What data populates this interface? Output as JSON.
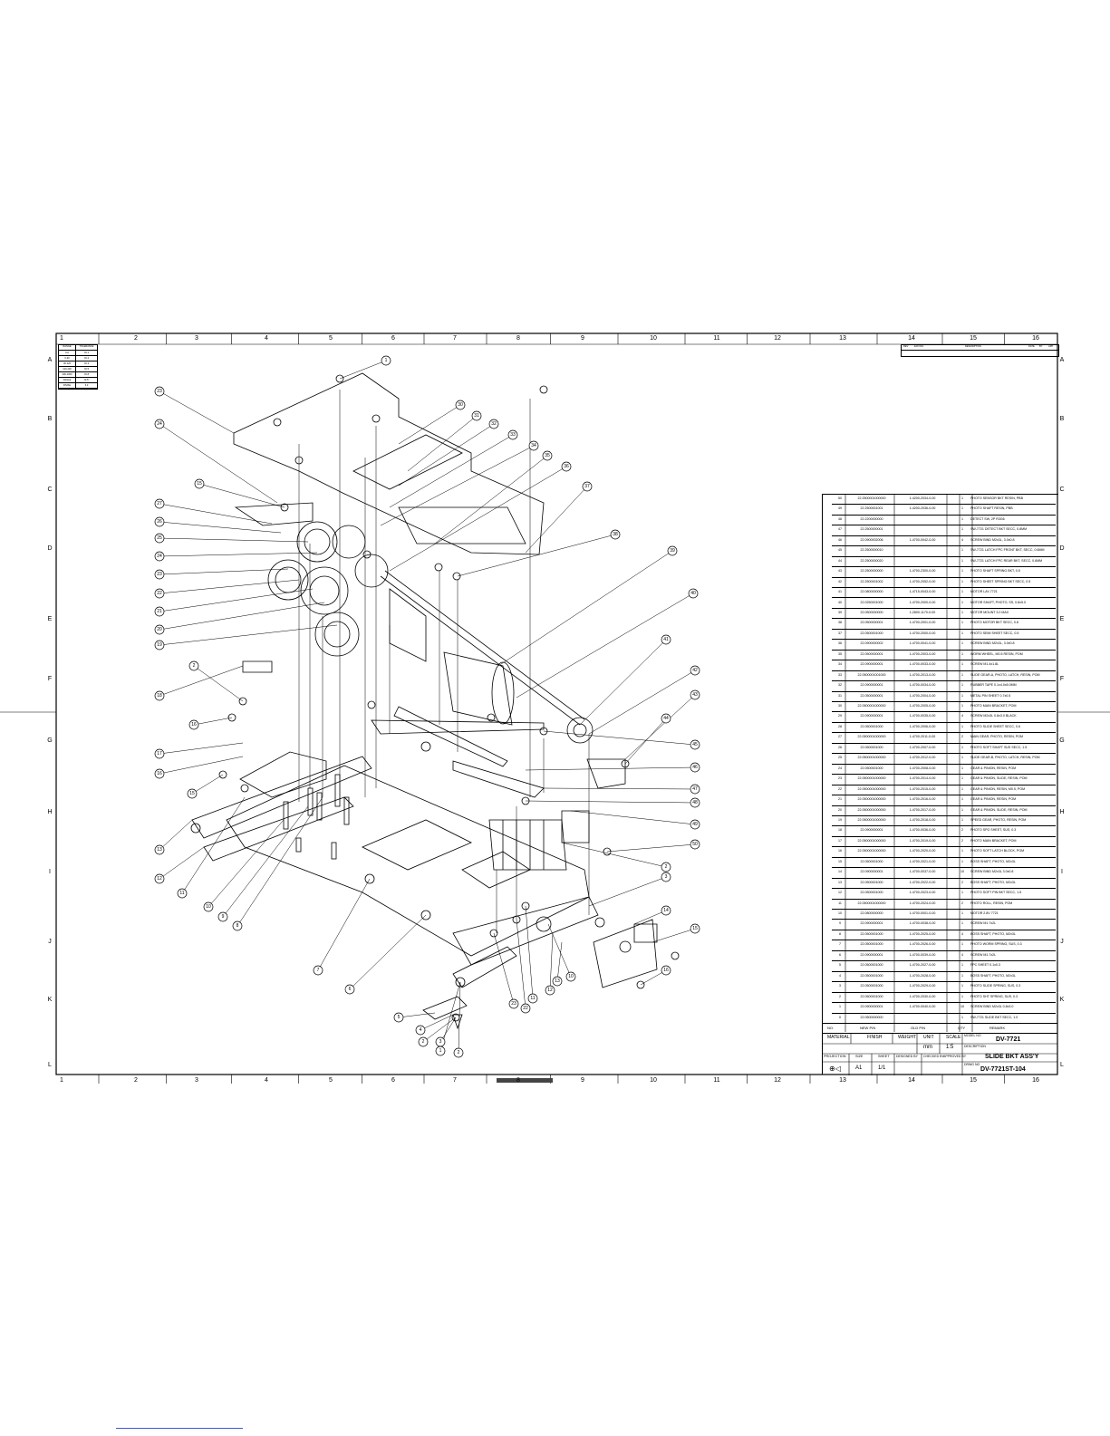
{
  "frame": {
    "zones_top": [
      "1",
      "2",
      "3",
      "4",
      "5",
      "6",
      "7",
      "8",
      "9",
      "10",
      "11",
      "12",
      "13",
      "14",
      "15",
      "16"
    ],
    "zones_side": [
      "A",
      "B",
      "C",
      "D",
      "E",
      "F",
      "G",
      "H",
      "I",
      "J",
      "K",
      "L"
    ]
  },
  "revision_table": {
    "headers": [
      "REV",
      "ECN NO.",
      "DESCRIPTION",
      "DATE",
      "BY",
      "APP"
    ]
  },
  "tolerance_table": {
    "headers": [
      "RANGE",
      "TOLERANCE"
    ],
    "rows": [
      [
        "0-6",
        "±0.1"
      ],
      [
        "6-30",
        "±0.2"
      ],
      [
        "30-120",
        "±0.3"
      ],
      [
        "120-400",
        "±0.5"
      ],
      [
        "400-1000",
        "±0.8"
      ],
      [
        "ANGLE",
        "±0.5°"
      ],
      [
        "FINISH",
        "6.3"
      ]
    ]
  },
  "bom": {
    "header": {
      "no": "NO.",
      "new_pn": "NEW P/N",
      "old_pn": "OLD P/N",
      "qty": "QTY",
      "remark": "REMARK"
    },
    "rows": [
      {
        "no": "50",
        "new": "22.2500001000000",
        "old": "1-4200-2034-0-00",
        "qty": "1",
        "desc": "PHOTO SENSOR BKT RESIN, PBB"
      },
      {
        "no": "49",
        "new": "22.2500001001",
        "old": "1-4200-2036-0-00",
        "qty": "1",
        "desc": "PHOTO SHAFT RESIN, PBB"
      },
      {
        "no": "48",
        "new": "22.2200000000",
        "old": "",
        "qty": "1",
        "desc": "DETECT SW, 2P R3G6"
      },
      {
        "no": "47",
        "new": "22.2500000001",
        "old": "",
        "qty": "1",
        "desc": "SW-7721 DETECT BKT SECC, 0.8MM"
      },
      {
        "no": "46",
        "new": "22.0900002006",
        "old": "1-4700-0042-0-00",
        "qty": "4",
        "desc": "SCREW BIND M2x3L, 3.0x0.8"
      },
      {
        "no": "45",
        "new": "22.2500000010",
        "old": "",
        "qty": "1",
        "desc": "SW-7721 LATCH FPC FRONT BKT, SECC, 0.6MM"
      },
      {
        "no": "44",
        "new": "22.2500000020",
        "old": "",
        "qty": "1",
        "desc": "SW-7721 LATCH FPC REAR BKT, SECC, 0.6MM"
      },
      {
        "no": "43",
        "new": "22.2500000000",
        "old": "1-4700-2300-0-00",
        "qty": "1",
        "desc": "PHOTO SHAFT SPRING BKT, 0.5"
      },
      {
        "no": "42",
        "new": "22.2500001002",
        "old": "1-4700-2052-0-00",
        "qty": "1",
        "desc": "PHOTO SHEET SPRING BKT SECC, 0.5"
      },
      {
        "no": "41",
        "new": "22.0800000000",
        "old": "1-4715-0043-0-00",
        "qty": "1",
        "desc": "MOTOR LAY-7721"
      },
      {
        "no": "40",
        "new": "22.0250001000",
        "old": "1-4700-2000-0-00",
        "qty": "1",
        "desc": "MOTOR SHAFT, PHOTO, SS, 0.8x5.0"
      },
      {
        "no": "39",
        "new": "22.0500000000",
        "old": "1-2800-1170-0-00",
        "qty": "1",
        "desc": "MOTOR MOUNT 3.0 MAX"
      },
      {
        "no": "38",
        "new": "22.0500000001",
        "old": "1-4700-2001-0-00",
        "qty": "1",
        "desc": "PHOTO MOTOR BKT SECC, 0.8"
      },
      {
        "no": "37",
        "new": "22.0500001000",
        "old": "1-4700-2000-0-00",
        "qty": "1",
        "desc": "PHOTO SEMI SHEET SECC, 0.5"
      },
      {
        "no": "36",
        "new": "22.0900000002",
        "old": "1-4700-0041-0-00",
        "qty": "1",
        "desc": "SCREW BIND M2x3L, 3.0x0.8"
      },
      {
        "no": "35",
        "new": "22.0500000001",
        "old": "1-4700-2003-0-00",
        "qty": "1",
        "desc": "WORM WHEEL, M0.5 RESIN, POM"
      },
      {
        "no": "34",
        "new": "22.0900000001",
        "old": "1-4700-0033-0-00",
        "qty": "1",
        "desc": "SCREW M1.4x1.8L"
      },
      {
        "no": "33",
        "new": "22.0500001001000",
        "old": "1-4700-2013-0-00",
        "qty": "1",
        "desc": "SLIDE GEAR-A, PHOTO, LATCH, RESIN, POM"
      },
      {
        "no": "32",
        "new": "22.0900000001",
        "old": "1-4700-0034-0-00",
        "qty": "1",
        "desc": "RUBBER TAPE 0.1x4.0x5.0MM"
      },
      {
        "no": "31",
        "new": "22.0500000001",
        "old": "1-4700-2004-0-00",
        "qty": "1",
        "desc": "METAL PIN SHEET 0.7x0.5"
      },
      {
        "no": "30",
        "new": "22.0500001000000",
        "old": "1-4700-2005-0-00",
        "qty": "1",
        "desc": "PHOTO MAIN BRACKET, POM"
      },
      {
        "no": "29",
        "new": "22.0900000001",
        "old": "1-4700-0035-0-00",
        "qty": "4",
        "desc": "SCREW M2x3L 0.8x3.0 BLACK"
      },
      {
        "no": "28",
        "new": "22.0500001000",
        "old": "1-4700-2006-0-00",
        "qty": "1",
        "desc": "PHOTO SLIDE SHEET SECC, 0.6"
      },
      {
        "no": "27",
        "new": "22.0500001000000",
        "old": "1-4700-2011-0-00",
        "qty": "2",
        "desc": "MAIN GEAR, PHOTO, RESIN, POM"
      },
      {
        "no": "26",
        "new": "22.0500001000",
        "old": "1-4700-2007-0-00",
        "qty": "1",
        "desc": "PHOTO SOFT SHAFT SUS SECC, 1.5"
      },
      {
        "no": "25",
        "new": "22.0500001000000",
        "old": "1-4700-2012-0-00",
        "qty": "1",
        "desc": "SLIDE GEAR-B, PHOTO, LATCH, RESIN, POM"
      },
      {
        "no": "24",
        "new": "22.0500001000",
        "old": "1-4700-2008-0-00",
        "qty": "1",
        "desc": "GEAR & PINION, RESIN, POM"
      },
      {
        "no": "23",
        "new": "22.0500001000000",
        "old": "1-4700-2014-0-00",
        "qty": "1",
        "desc": "GEAR & PINION, SLIDE, RESIN, POM"
      },
      {
        "no": "22",
        "new": "22.0500001000000",
        "old": "1-4700-2015-0-00",
        "qty": "1",
        "desc": "GEAR & PINION, RESIN, M0.5, POM"
      },
      {
        "no": "21",
        "new": "22.0500001000000",
        "old": "1-4700-2016-0-00",
        "qty": "1",
        "desc": "GEAR & PINION, RESIN, POM"
      },
      {
        "no": "20",
        "new": "22.0500001000000",
        "old": "1-4700-2017-0-00",
        "qty": "1",
        "desc": "GEAR & PINION, SLIDE, RESIN, POM"
      },
      {
        "no": "19",
        "new": "22.0500001000000",
        "old": "1-4700-2018-0-00",
        "qty": "1",
        "desc": "SPEED GEAR, PHOTO, RESIN, POM"
      },
      {
        "no": "18",
        "new": "22.0900000001",
        "old": "1-4700-0036-0-00",
        "qty": "2",
        "desc": "PHOTO SPG SHEET, SUS, 0.3"
      },
      {
        "no": "17",
        "new": "22.0500001000000",
        "old": "1-4700-2019-0-00",
        "qty": "2",
        "desc": "PHOTO MAIN BRACKET, POM"
      },
      {
        "no": "16",
        "new": "22.0500001000000",
        "old": "1-4700-2020-0-00",
        "qty": "1",
        "desc": "PHOTO SOFT LATCH BLOCK, POM"
      },
      {
        "no": "15",
        "new": "22.0500001000",
        "old": "1-4700-2021-0-00",
        "qty": "1",
        "desc": "BOSS SHAFT, PHOTO, M2x3L"
      },
      {
        "no": "14",
        "new": "22.0900000001",
        "old": "1-4700-0037-0-00",
        "qty": "10",
        "desc": "SCREW BIND M2x3L 3.0x0.8"
      },
      {
        "no": "13",
        "new": "22.0500001000",
        "old": "1-4700-2022-0-00",
        "qty": "2",
        "desc": "BOSS SHAFT, PHOTO, M2x3L"
      },
      {
        "no": "12",
        "new": "22.0500001000",
        "old": "1-4700-2023-0-00",
        "qty": "1",
        "desc": "PHOTO SOFT PIN BKT SECC, 1.5"
      },
      {
        "no": "11",
        "new": "22.0500001000000",
        "old": "1-4700-2024-0-00",
        "qty": "2",
        "desc": "PHOTO ROLL, RESIN, POM"
      },
      {
        "no": "10",
        "new": "22.0800000000",
        "old": "1-4700-0001-0-00",
        "qty": "1",
        "desc": "MOTOR 2.8V 7721"
      },
      {
        "no": "9",
        "new": "22.0900000001",
        "old": "1-4700-0038-0-00",
        "qty": "1",
        "desc": "SCREW M1.7x2L"
      },
      {
        "no": "8",
        "new": "22.0500001000",
        "old": "1-4700-2025-0-00",
        "qty": "4",
        "desc": "BOSS SHAFT, PHOTO, M2x3L"
      },
      {
        "no": "7",
        "new": "22.0500001000",
        "old": "1-4700-2026-0-00",
        "qty": "1",
        "desc": "PHOTO WORM SPRING, SUS, 0.3"
      },
      {
        "no": "6",
        "new": "22.0900000001",
        "old": "1-4700-0039-0-00",
        "qty": "4",
        "desc": "SCREW M1.7x2L"
      },
      {
        "no": "5",
        "new": "22.0500001000",
        "old": "1-4700-2027-0-00",
        "qty": "1",
        "desc": "FPC SHEET 0.1x0.3"
      },
      {
        "no": "4",
        "new": "22.0500001000",
        "old": "1-4700-2028-0-00",
        "qty": "1",
        "desc": "BOSS SHAFT, PHOTO, M2x3L"
      },
      {
        "no": "3",
        "new": "22.0500001000",
        "old": "1-4700-2029-0-00",
        "qty": "1",
        "desc": "PHOTO SLIDE SPRING, SUS, 0.3"
      },
      {
        "no": "2",
        "new": "22.0500001000",
        "old": "1-4700-2030-0-00",
        "qty": "1",
        "desc": "PHOTO SHT SPRING, SUS, 0.3"
      },
      {
        "no": "1",
        "new": "22.0900000001",
        "old": "1-4700-0040-0-00",
        "qty": "10",
        "desc": "SCREW BIND M2x3L 0.8x3.0"
      },
      {
        "no": "0",
        "new": "22.0500000000",
        "old": "",
        "qty": "1",
        "desc": "SW-7721 SLIDE BKT SECC, 1.0"
      }
    ]
  },
  "title_block": {
    "material_label": "MATERIAL",
    "finish_label": "FINISH",
    "weight_label": "WEIGHT",
    "unit_label": "UNIT",
    "scale_label": "SCALE",
    "unit": "mm",
    "scale": "1:5",
    "model_no_label": "MODEL NO",
    "model_no": "DV-7721",
    "description_label": "DESCRIPTION",
    "title": "SLIDE BKT ASS'Y",
    "projection_label": "PROJECTION",
    "size_label": "SIZE",
    "size": "A1",
    "sheet_label": "SHEET",
    "sheet": "1/1",
    "designed_label": "DESIGNED BY",
    "checked_label": "CHECKED BY",
    "approved_label": "APPROVED BY",
    "drwg_no_label": "DRWG NO",
    "drawing_no": "DV-7721ST-104"
  },
  "callouts": [
    "23",
    "24",
    "15",
    "27",
    "26",
    "25",
    "24",
    "23",
    "22",
    "21",
    "20",
    "19",
    "2",
    "18",
    "16",
    "17",
    "16",
    "15",
    "13",
    "12",
    "11",
    "10",
    "9",
    "8",
    "7",
    "6",
    "5",
    "4",
    "3",
    "2",
    "1",
    "30",
    "31",
    "32",
    "33",
    "34",
    "35",
    "36",
    "37",
    "38",
    "39",
    "40",
    "41",
    "42",
    "43",
    "44",
    "45",
    "46",
    "47",
    "48",
    "49",
    "50",
    "2",
    "3",
    "14",
    "15",
    "16",
    "22",
    "23",
    "10",
    "11",
    "12",
    "13",
    "1",
    "2"
  ]
}
